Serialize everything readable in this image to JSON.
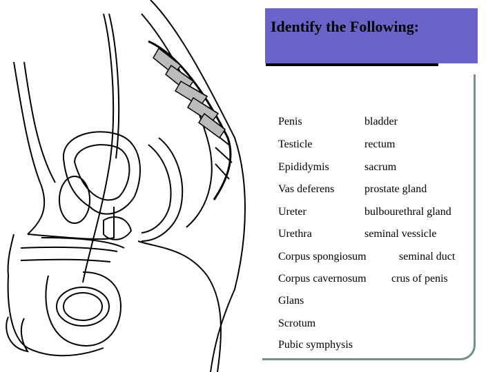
{
  "title": "Identify the Following:",
  "terms": [
    {
      "text": "Penis"
    },
    {
      "text": "bladder"
    },
    {
      "text": "Testicle"
    },
    {
      "text": "rectum"
    },
    {
      "text": "Epididymis"
    },
    {
      "text": "sacrum"
    },
    {
      "text": "Vas deferens"
    },
    {
      "text": "prostate gland"
    },
    {
      "text": "Ureter"
    },
    {
      "text": "bulbourethral gland"
    },
    {
      "text": "Urethra"
    },
    {
      "text": "seminal vessicle"
    },
    {
      "text": "Corpus spongiosum"
    },
    {
      "text": "seminal duct"
    },
    {
      "text": "Corpus cavernosum"
    },
    {
      "text": "crus of penis"
    },
    {
      "text": "Glans"
    },
    {
      "text": "Scrotum"
    },
    {
      "text": "Pubic symphysis"
    }
  ]
}
